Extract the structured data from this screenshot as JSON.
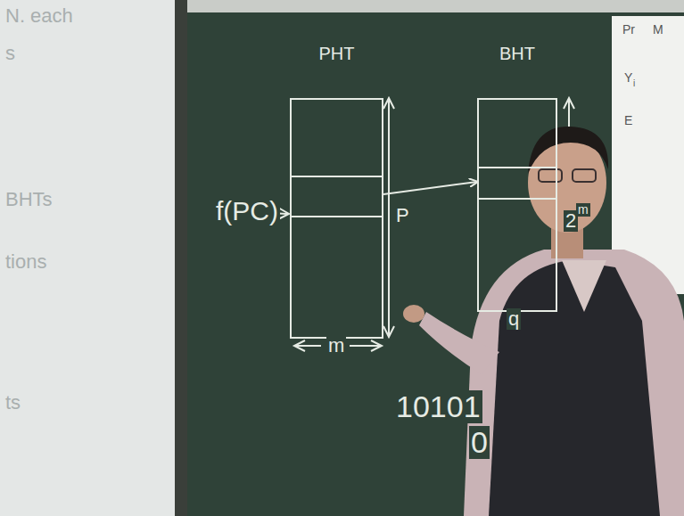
{
  "diagram": {
    "nodes": [
      {
        "text": [
          "PHT"
        ]
      },
      {
        "text": [
          "BHT"
        ]
      }
    ],
    "edges": [
      {
        "from": 0,
        "to": 1,
        "arrow": "to"
      }
    ],
    "labels": [
      "f(PC)",
      "P",
      "m",
      "2",
      "m",
      "q",
      "10101",
      "0",
      "N. each",
      "s",
      "BHTs",
      "tions",
      "ts",
      "Pr",
      "M",
      "Y",
      "i",
      "E"
    ]
  }
}
